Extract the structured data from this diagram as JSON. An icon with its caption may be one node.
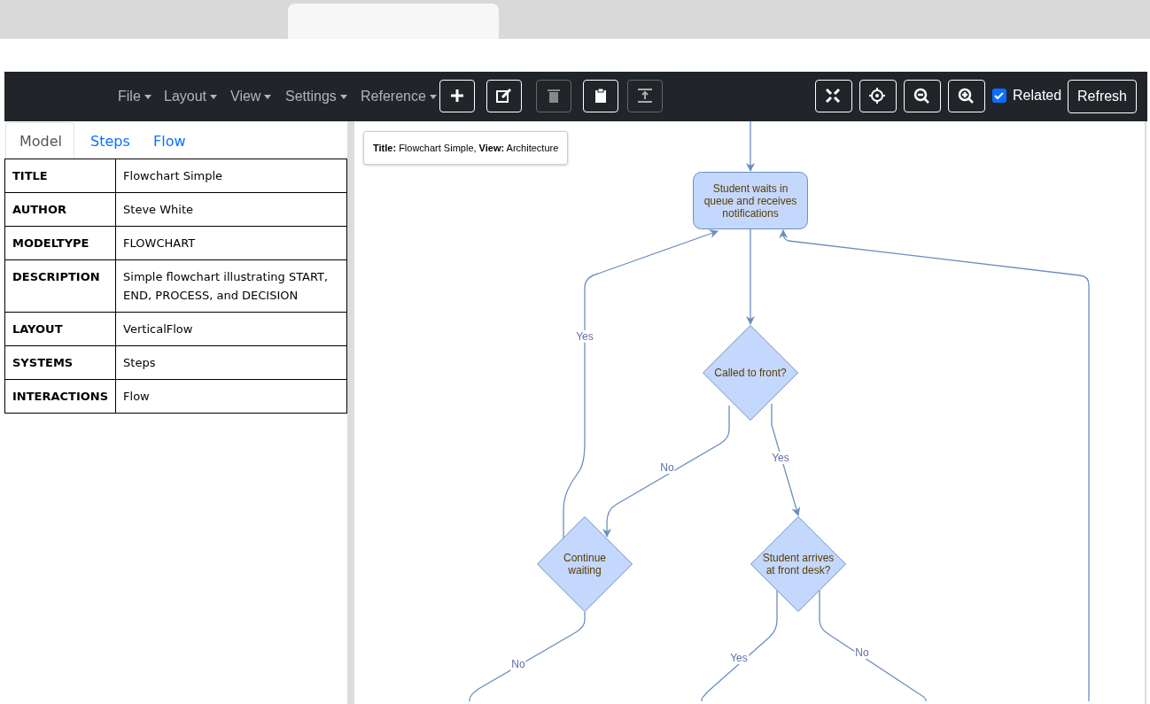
{
  "diagram": {
    "nodes": [
      {
        "text": [
          "Student waits in queue and receives notifications"
        ]
      },
      {
        "text": [
          "Called to front?"
        ]
      },
      {
        "text": [
          "Continue waiting"
        ]
      },
      {
        "text": [
          "Student arrives at front desk?"
        ]
      }
    ],
    "edges": [
      {
        "from": null,
        "to": 0,
        "arrow": "to"
      },
      {
        "from": 0,
        "to": 1,
        "arrow": "to"
      },
      {
        "from": 1,
        "to": 2,
        "arrow": "to",
        "label": "No"
      },
      {
        "from": 1,
        "to": 3,
        "arrow": "to",
        "label": "Yes"
      },
      {
        "from": 2,
        "to": 0,
        "arrow": "to",
        "label": "Yes"
      },
      {
        "from": null,
        "to": 0,
        "arrow": "to"
      },
      {
        "from": 2,
        "to": null,
        "arrow": "none",
        "label": "No"
      },
      {
        "from": 3,
        "to": null,
        "arrow": "none",
        "label": "Yes"
      },
      {
        "from": 3,
        "to": null,
        "arrow": "none",
        "label": "No"
      }
    ],
    "labels": [
      "File",
      "Layout",
      "View",
      "Settings",
      "Reference",
      "Related",
      "Refresh",
      "Model",
      "Steps",
      "Flow",
      "TITLE",
      "Flowchart Simple",
      "AUTHOR",
      "Steve White",
      "MODELTYPE",
      "FLOWCHART",
      "DESCRIPTION",
      "Simple flowchart illustrating START, END, PROCESS, and DECISION",
      "LAYOUT",
      "VerticalFlow",
      "SYSTEMS",
      "Steps",
      "INTERACTIONS",
      "Flow",
      "**Title:** Flowchart Simple, **View:** Architecture"
    ]
  }
}
